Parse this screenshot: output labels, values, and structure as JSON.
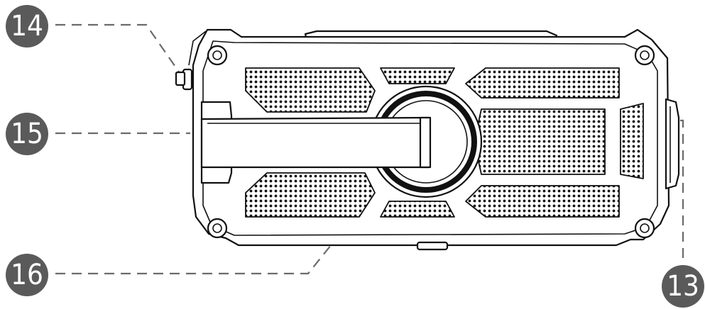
{
  "diagram": {
    "callouts": [
      {
        "id": "c14",
        "label": "14"
      },
      {
        "id": "c15",
        "label": "15"
      },
      {
        "id": "c16",
        "label": "16"
      },
      {
        "id": "c13",
        "label": "13"
      }
    ],
    "colors": {
      "badge": "#5a5a5a",
      "ink": "#111111",
      "leader": "#6b6b6b"
    }
  }
}
